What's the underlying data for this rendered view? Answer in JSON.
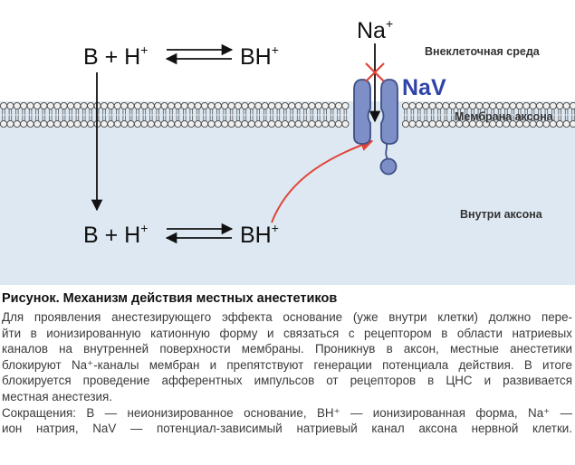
{
  "diagram": {
    "extracellular_label": "Внеклеточная среда",
    "membrane_label": "Мембрана аксона",
    "intracellular_label": "Внутри аксона",
    "top_left_formula": "B + H",
    "top_right_formula": "BH",
    "bottom_left_formula": "B + H",
    "bottom_right_formula": "BH",
    "superscript_plus": "+",
    "ion_label": "Na",
    "channel_label": "NaV",
    "colors": {
      "extracellular_bg": "#ffffff",
      "intracellular_bg": "#dde8f2",
      "lipid_head": "#f0f0f0",
      "channel_fill": "#7d8fc6",
      "channel_stroke": "#3e4f86",
      "channel_label": "#2f44a8",
      "block_cross": "#e04436",
      "binding_arrow": "#e04436",
      "arrow": "#111111"
    }
  },
  "caption": {
    "title": "Рисунок. Механизм действия местных анестетиков",
    "lines": [
      "Для проявления анестезирующего эффекта основание (уже внутри клетки) должно пере-",
      "йти в ионизированную катионную форму и связаться с рецептором в области натриевых",
      "каналов на внутренней поверхности мембраны. Проникнув в аксон, местные анестетики",
      "блокируют Na⁺-каналы мембран и препятствуют генерации потенциала действия. В итоге",
      "блокируется проведение афферентных импульсов от рецепторов в ЦНС и развивается",
      "местная анестезия.",
      "Сокращения: B — неионизированное основание, BH⁺ — ионизированная форма, Na⁺ —",
      "ион натрия, NaV — потенциал-зависимый натриевый канал аксона нервной клетки."
    ]
  }
}
